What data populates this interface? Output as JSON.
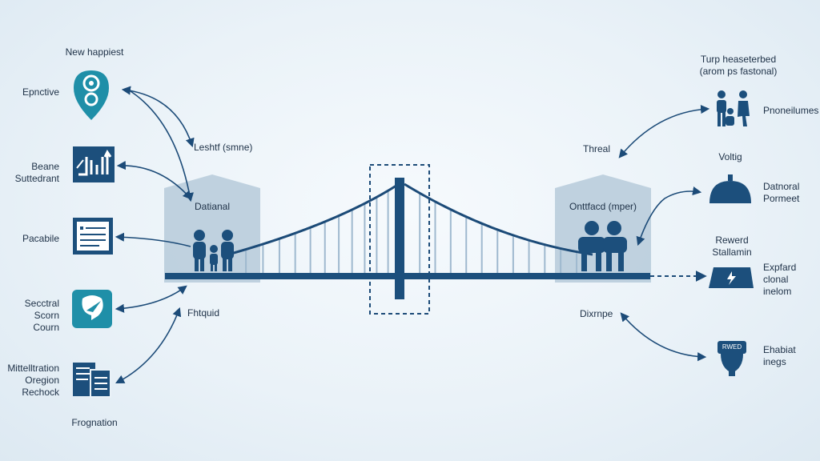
{
  "left": {
    "top_label": "New happiest",
    "items": [
      {
        "label": "Epnctive",
        "icon": "gear-shield-icon"
      },
      {
        "label": "Beane\nSuttedrant",
        "icon": "chart-arrow-icon"
      },
      {
        "label": "Pacabile",
        "icon": "document-card-icon"
      },
      {
        "label": "Secctral\nScorn\nCourn",
        "icon": "chat-plane-icon"
      },
      {
        "label": "Mittelltration\nOregion\nRechock",
        "icon": "document-stack-icon"
      }
    ],
    "bottom_label": "Frognation"
  },
  "center": {
    "left_top_label": "Leshtf (smne)",
    "left_building_label": "Datianal",
    "left_bottom_label": "Fhtquid",
    "right_top_label": "Threal",
    "right_building_label": "Onttfacd (mper)",
    "right_bottom_label": "Dixrnpe"
  },
  "right": {
    "top_label": "Turp heaseterbed\n(arom ps fastonal)",
    "items": [
      {
        "label": "Pnoneilumes",
        "icon": "people-icon",
        "header": ""
      },
      {
        "label": "Datnoral\nPormeet",
        "icon": "dome-bell-icon",
        "header": "Voltig"
      },
      {
        "label": "Expfard\nclonal\ninelom",
        "icon": "lightning-plate-icon",
        "header": "Rewerd\nStallamin"
      },
      {
        "label": "Ehabiat\ninegs",
        "icon": "shield-badge-icon",
        "header": ""
      }
    ],
    "badge_text": "RWED"
  },
  "colors": {
    "primary": "#1c4f7c",
    "teal": "#1f8fa8",
    "building": "#b8ccdb",
    "line": "#1c4b78"
  }
}
